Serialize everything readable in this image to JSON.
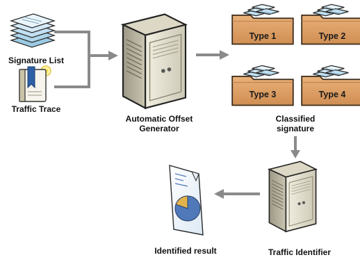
{
  "inputs": {
    "signature_list": "Signature List",
    "traffic_trace": "Traffic Trace"
  },
  "generator": {
    "line1": "Automatic Offset",
    "line2": "Generator"
  },
  "types": [
    "Type 1",
    "Type 2",
    "Type 3",
    "Type 4"
  ],
  "classified": {
    "line1": "Classified",
    "line2": "signature"
  },
  "identifier": "Traffic Identifier",
  "result": "Identified result",
  "colors": {
    "arrow": "#8a8a8a",
    "server_body": "#e6e2d2",
    "server_side": "#a9a592",
    "folder": "#e0a168",
    "folder_tab": "#c98e55",
    "doc_blue": "#bfe0f2",
    "pie_blue": "#4f79b8",
    "pie_gold": "#e2b34a"
  }
}
